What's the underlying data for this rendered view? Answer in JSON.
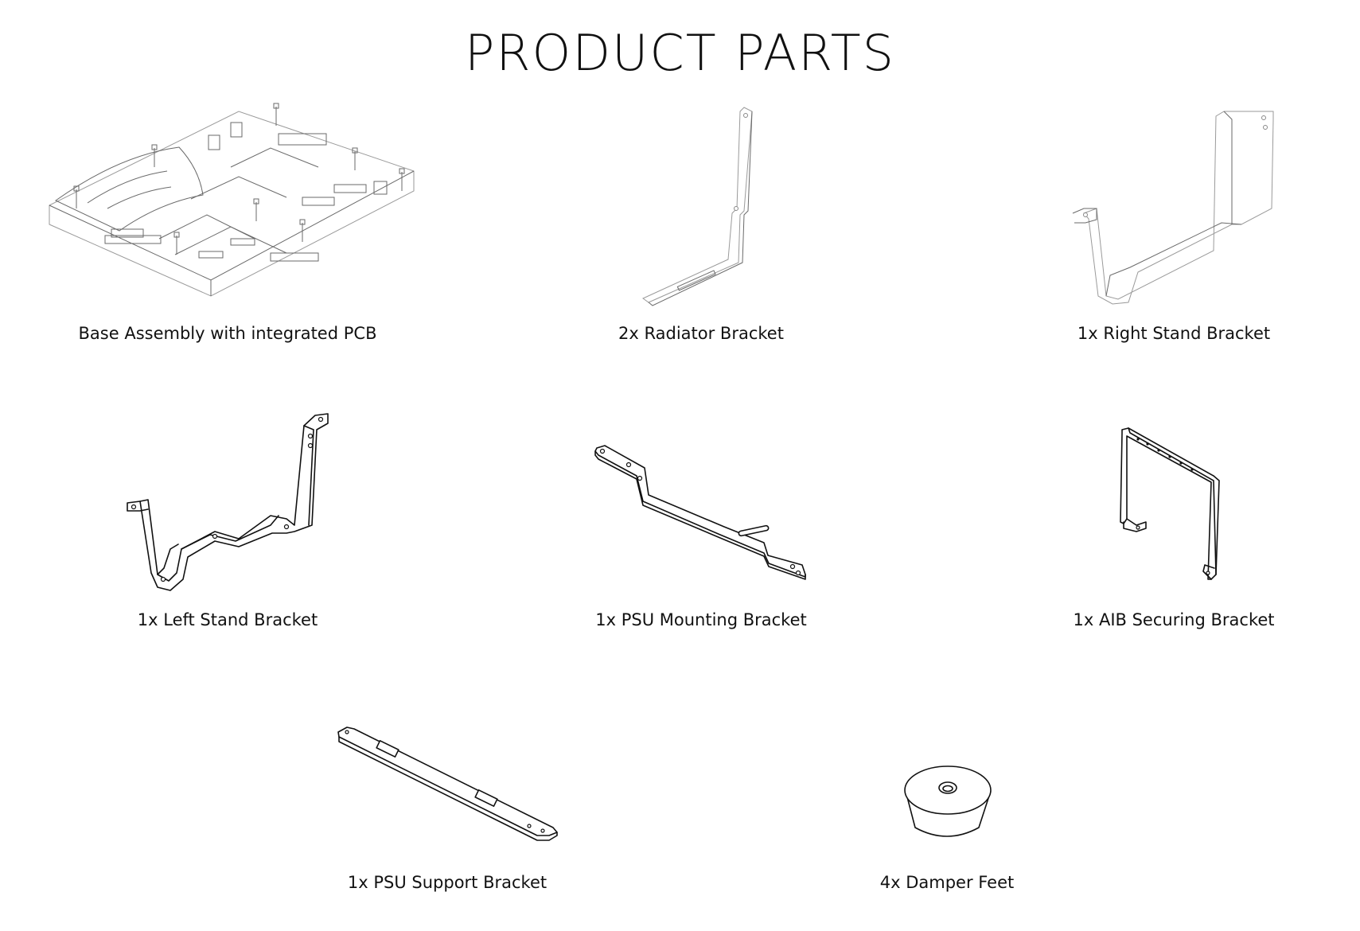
{
  "page": {
    "title": "PRODUCT PARTS"
  },
  "parts": [
    {
      "id": "base",
      "caption": "Base Assembly with integrated PCB",
      "icon": "base-assembly-drawing"
    },
    {
      "id": "radiator",
      "caption": "2x Radiator Bracket",
      "icon": "radiator-bracket-drawing"
    },
    {
      "id": "right-stand",
      "caption": "1x Right Stand Bracket",
      "icon": "right-stand-bracket-drawing"
    },
    {
      "id": "left-stand",
      "caption": "1x Left Stand Bracket",
      "icon": "left-stand-bracket-drawing"
    },
    {
      "id": "psu-mount",
      "caption": "1x PSU Mounting Bracket",
      "icon": "psu-mounting-bracket-drawing"
    },
    {
      "id": "aib",
      "caption": "1x AIB Securing Bracket",
      "icon": "aib-securing-bracket-drawing"
    },
    {
      "id": "psu-support",
      "caption": "1x PSU Support Bracket",
      "icon": "psu-support-bracket-drawing"
    },
    {
      "id": "damper",
      "caption": "4x Damper Feet",
      "icon": "damper-foot-drawing"
    }
  ]
}
